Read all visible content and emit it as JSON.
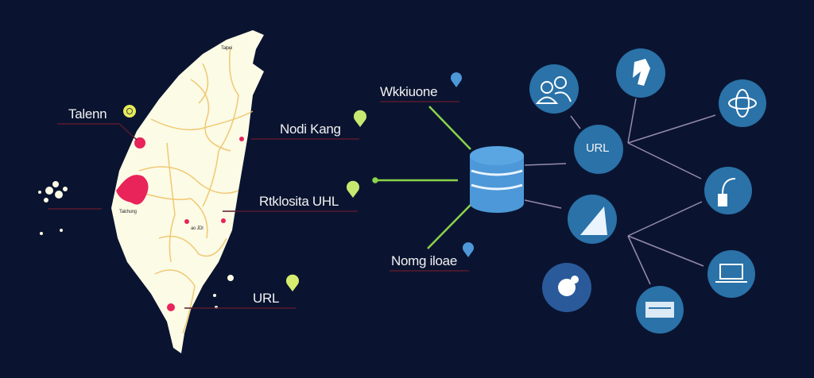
{
  "colors": {
    "background": "#0a1430",
    "map_land": "#fbfbe6",
    "roads": "#f0c060",
    "marker": "#e8245a",
    "node": "#2a72a8",
    "database": "#4d98d8",
    "green_link": "#8bd34a",
    "underline": "#5a1a2e"
  },
  "map_labels": [
    {
      "text": "Talenn",
      "pin": "location-pin-icon"
    },
    {
      "text": "Nodi Kang",
      "pin": "location-pin-icon"
    },
    {
      "text": "Rtklosita UHL",
      "pin": "location-pin-icon"
    },
    {
      "text": "URL",
      "pin": "location-pin-icon"
    }
  ],
  "map_small_text": [
    "Taipei",
    "Taichung",
    "ao JDI"
  ],
  "db_labels": [
    {
      "text": "Wkkiuone",
      "pin": "location-pin-icon"
    },
    {
      "text": "Nomg iloae",
      "pin": "location-pin-icon"
    }
  ],
  "hub_node": {
    "text": "URL"
  },
  "nodes": [
    "people-icon",
    "walking-person-icon",
    "globe-icon",
    "phone-icon",
    "chart-icon",
    "laptop-icon",
    "flower-icon",
    "card-icon"
  ]
}
